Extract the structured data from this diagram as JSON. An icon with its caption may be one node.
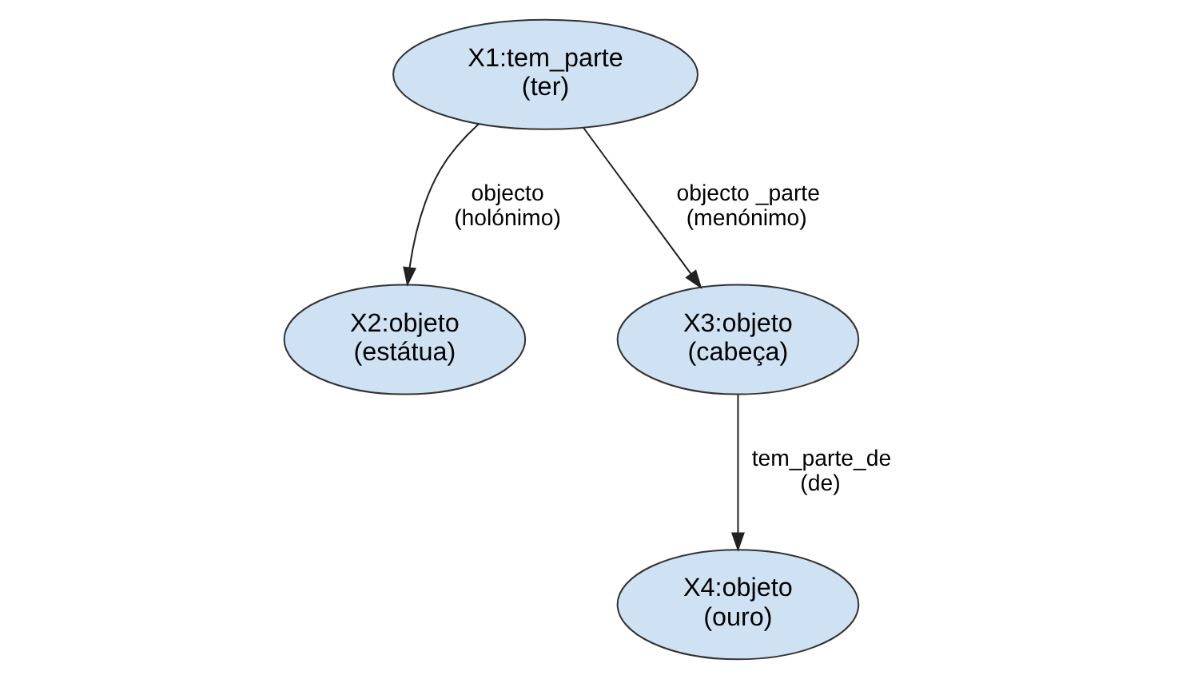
{
  "diagram": {
    "nodes": [
      {
        "text": [
          "X1:tem_parte (ter)"
        ]
      },
      {
        "text": [
          "X2:objeto (estátua)"
        ]
      },
      {
        "text": [
          "X3:objeto (cabeça)"
        ]
      },
      {
        "text": [
          "X4:objeto (ouro)"
        ]
      }
    ],
    "edges": [
      {
        "from": 0,
        "to": 1,
        "arrow": "to",
        "label": "objecto (holónimo)"
      },
      {
        "from": 0,
        "to": 2,
        "arrow": "to",
        "label": "objecto _parte (menónimo)"
      },
      {
        "from": 2,
        "to": 3,
        "arrow": "to",
        "label": "tem_parte_de (de)"
      }
    ]
  }
}
